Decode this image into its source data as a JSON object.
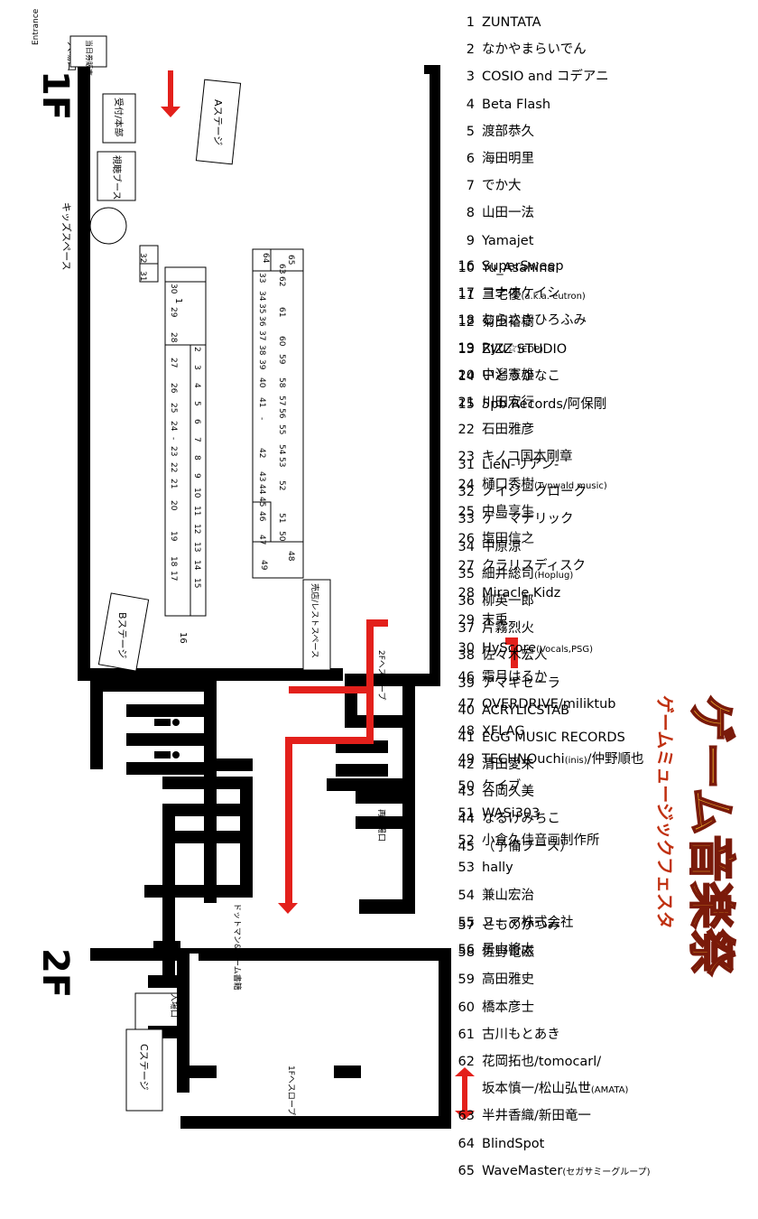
{
  "event": {
    "title_main": "ゲーム音楽祭",
    "title_sub": "ゲームミュージックフェスタ"
  },
  "colors": {
    "accent": "#e3201b",
    "wall": "#000000",
    "title_gold": "#e8a82b"
  },
  "floor1": {
    "label": "1F",
    "entrance_en": "Entrance",
    "entrance_jp": "入場口",
    "ticket_booth": "当日券販売",
    "reception": "受付/本部",
    "stage_a": "Aステージ",
    "stage_b": "Bステージ",
    "listening_booth": "視聴ブース",
    "kids_space": "キッズスペース",
    "shop_rest": "売店/レストスペース",
    "to_2f_slope": "2Fへスロープ",
    "reentry": "再入場口",
    "dotman": "ドットマン&ゲーム書籍",
    "booths": [
      "1",
      "2",
      "3",
      "4",
      "5",
      "6",
      "7",
      "8",
      "9",
      "10",
      "11",
      "12",
      "13",
      "14",
      "15",
      "16",
      "17",
      "18",
      "19",
      "20",
      "21",
      "22",
      "23",
      "24",
      "25",
      "26",
      "27",
      "28",
      "29",
      "30",
      "31",
      "32",
      "33",
      "34",
      "35",
      "36",
      "37",
      "38",
      "39",
      "40",
      "41",
      "42",
      "43",
      "44",
      "45",
      "46",
      "47",
      "48",
      "49",
      "50",
      "51",
      "52",
      "53",
      "54",
      "55",
      "56",
      "57",
      "58",
      "59",
      "60",
      "61",
      "62",
      "63",
      "64",
      "65",
      "-",
      "-"
    ]
  },
  "floor2": {
    "label": "2F",
    "stage_c": "Cステージ",
    "entrance": "入場口",
    "to_1f_slope": "1Fへスロープ"
  },
  "exhibitors": [
    [
      {
        "n": "1",
        "name": "ZUNTATA",
        "sub": ""
      },
      {
        "n": "2",
        "name": "なかやまらいでん",
        "sub": ""
      },
      {
        "n": "3",
        "name": "COSIO and コデアニ",
        "sub": ""
      },
      {
        "n": "4",
        "name": "Beta Flash",
        "sub": ""
      },
      {
        "n": "5",
        "name": "渡部恭久",
        "sub": ""
      },
      {
        "n": "6",
        "name": "海田明里",
        "sub": ""
      },
      {
        "n": "7",
        "name": "でか大",
        "sub": ""
      },
      {
        "n": "8",
        "name": "山田一法",
        "sub": ""
      },
      {
        "n": "9",
        "name": "Yamajet",
        "sub": ""
      },
      {
        "n": "10",
        "name": "Yu_Asahina",
        "sub": ""
      },
      {
        "n": "11",
        "name": "三宅優",
        "sub": "(a.k.a. eutron)"
      },
      {
        "n": "12",
        "name": "菊田裕樹",
        "sub": ""
      },
      {
        "n": "13",
        "name": "ZIZZ STUDIO",
        "sub": ""
      },
      {
        "n": "14",
        "name": "いとうかなこ",
        "sub": ""
      },
      {
        "n": "15",
        "name": "5pb.Records/阿保剛",
        "sub": ""
      }
    ],
    [
      {
        "n": "16",
        "name": "SuperSweep",
        "sub": ""
      },
      {
        "n": "17",
        "name": "ヨナオケイシ",
        "sub": ""
      },
      {
        "n": "18",
        "name": "むらさきひろふみ",
        "sub": ""
      },
      {
        "n": "19",
        "name": "Ryu☆",
        "sub": "(EDP)"
      },
      {
        "n": "20",
        "name": "中潟憲雄",
        "sub": ""
      },
      {
        "n": "21",
        "name": "川田宏行",
        "sub": ""
      },
      {
        "n": "22",
        "name": "石田雅彦",
        "sub": ""
      },
      {
        "n": "23",
        "name": "キノコ国本剛章",
        "sub": ""
      },
      {
        "n": "24",
        "name": "樋口秀樹",
        "sub": "(Tynwald music)"
      },
      {
        "n": "25",
        "name": "中島享生",
        "sub": ""
      },
      {
        "n": "26",
        "name": "塩田信之",
        "sub": ""
      },
      {
        "n": "27",
        "name": "クラリスディスク",
        "sub": ""
      },
      {
        "n": "28",
        "name": "Miracle Kidz",
        "sub": ""
      },
      {
        "n": "29",
        "name": "末兎",
        "sub": ""
      },
      {
        "n": "30",
        "name": "HyScore",
        "sub": "(Vocals,PSG)"
      }
    ],
    [
      {
        "n": "31",
        "name": "LieN-リアン-",
        "sub": ""
      },
      {
        "n": "32",
        "name": "ノイジークローク",
        "sub": ""
      },
      {
        "n": "33",
        "name": "ゲーマデリック",
        "sub": ""
      },
      {
        "n": "34",
        "name": "中原涼",
        "sub": ""
      },
      {
        "n": "35",
        "name": "細井総司",
        "sub": "(Hoplug)"
      },
      {
        "n": "36",
        "name": "柳英一郎",
        "sub": ""
      },
      {
        "n": "37",
        "name": "片霧烈火",
        "sub": ""
      },
      {
        "n": "38",
        "name": "佐々木宏人",
        "sub": ""
      },
      {
        "n": "39",
        "name": "アマギセーラ",
        "sub": ""
      },
      {
        "n": "40",
        "name": "ACRYLICSTAB",
        "sub": ""
      },
      {
        "n": "41",
        "name": "EGG MUSIC RECORDS",
        "sub": ""
      },
      {
        "n": "42",
        "name": "清田愛未",
        "sub": ""
      },
      {
        "n": "43",
        "name": "谷岡久美",
        "sub": ""
      },
      {
        "n": "44",
        "name": "なるけみちこ",
        "sub": ""
      },
      {
        "n": "45",
        "name": "（予備ブース）",
        "sub": ""
      }
    ],
    [
      {
        "n": "46",
        "name": "霜月はるか",
        "sub": ""
      },
      {
        "n": "47",
        "name": "OVERDRIVE/miliktub",
        "sub": ""
      },
      {
        "n": "48",
        "name": "XFLAG",
        "sub": ""
      },
      {
        "n": "49",
        "name": "TECHNOuchi",
        "sub": "(inis)"
      },
      {
        "n": "50",
        "name": "ケイブ",
        "sub": ""
      },
      {
        "n": "51",
        "name": "WASi303",
        "sub": ""
      },
      {
        "n": "52",
        "name": "小倉久佳音画制作所",
        "sub": ""
      },
      {
        "n": "53",
        "name": "hally",
        "sub": ""
      },
      {
        "n": "54",
        "name": "兼山宏治",
        "sub": ""
      },
      {
        "n": "55",
        "name": "ユーマ株式会社",
        "sub": ""
      },
      {
        "n": "56",
        "name": "景山将太",
        "sub": ""
      }
    ],
    [
      {
        "n": "57",
        "name": "とものかつみ",
        "sub": ""
      },
      {
        "n": "58",
        "name": "佐野電磁",
        "sub": ""
      },
      {
        "n": "59",
        "name": "高田雅史",
        "sub": ""
      },
      {
        "n": "60",
        "name": "橋本彦士",
        "sub": ""
      },
      {
        "n": "61",
        "name": "古川もとあき",
        "sub": ""
      },
      {
        "n": "62",
        "name": "花岡拓也/tomocarl/",
        "sub": ""
      },
      {
        "n": "",
        "name": "坂本慎一/松山弘世",
        "sub": "(AMATA)"
      },
      {
        "n": "63",
        "name": "半井香織/新田竜一",
        "sub": ""
      },
      {
        "n": "64",
        "name": "BlindSpot",
        "sub": ""
      },
      {
        "n": "65",
        "name": "WaveMaster",
        "sub": "(セガサミーグループ)"
      }
    ]
  ],
  "nakano_suffix": "/仲野順也"
}
